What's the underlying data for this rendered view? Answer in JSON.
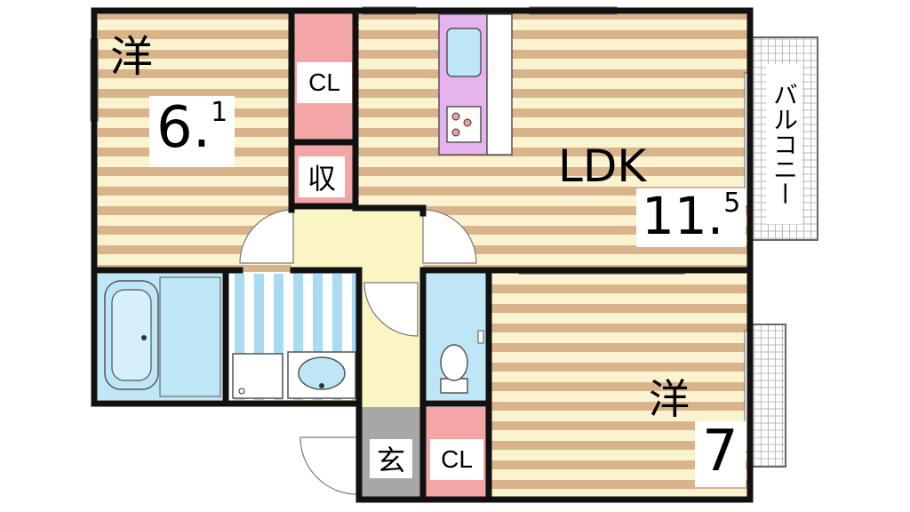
{
  "rooms": {
    "western_1": {
      "kanji": "洋",
      "size_main": "6.",
      "size_sup": "1"
    },
    "ldk": {
      "name": "LDK",
      "size_main": "11.",
      "size_sup": "5"
    },
    "western_2": {
      "kanji": "洋",
      "size_main": "7"
    },
    "closet_1": {
      "label": "CL"
    },
    "closet_2": {
      "label": "CL"
    },
    "storage": {
      "label": "収"
    },
    "entrance": {
      "label": "玄"
    },
    "balcony": {
      "label": "バルコニー"
    }
  },
  "colors": {
    "wall": "#111111",
    "floor_light": "#fbf3cf",
    "floor_stripe": "#d9b48a",
    "closet": "#f4a6a6",
    "wet": "#bfe6f7",
    "hall": "#fbf5c3",
    "kitchen": "#e6b3ef",
    "entrance": "#a7a7a7"
  }
}
